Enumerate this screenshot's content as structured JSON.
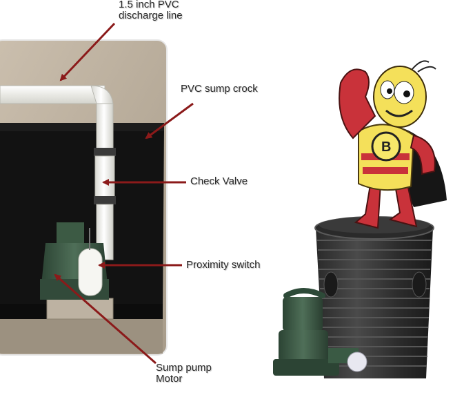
{
  "labels": {
    "discharge_line": [
      "1.5 inch PVC",
      "discharge line"
    ],
    "sump_crock": "PVC sump crock",
    "check_valve": "Check Valve",
    "proximity_switch": "Proximity switch",
    "sump_pump_motor": [
      "Sump pump",
      "Motor"
    ]
  },
  "colors": {
    "arrow": "#8b1a1a",
    "label_text": "#2b2b2b",
    "crock_black": "#141414",
    "pump_green": "#3d5a46",
    "pvc_white": "#f2f2ee",
    "mascot_yellow": "#f4e05a",
    "mascot_red": "#c9323a"
  },
  "icons": [
    "sump-pit-photo",
    "bee-mascot",
    "sump-basin",
    "sump-pump"
  ]
}
